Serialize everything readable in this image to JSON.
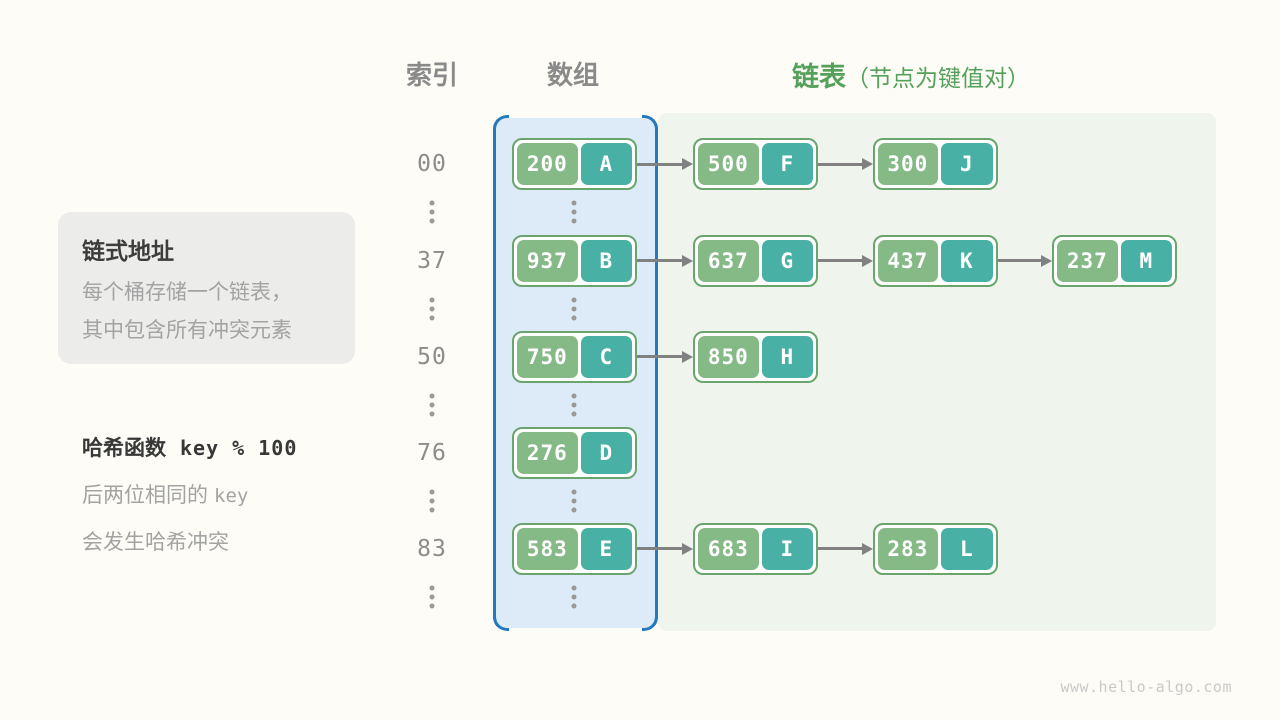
{
  "header": {
    "index_label": "索引",
    "array_label": "数组",
    "list_label": "链表",
    "list_note": "（节点为键值对）"
  },
  "info_box": {
    "title": "链式地址",
    "line1": "每个桶存储一个链表，",
    "line2": "其中包含所有冲突元素"
  },
  "hash_note": {
    "title_cjk": "哈希函数",
    "title_code": "key % 100",
    "line1_cjk": "后两位相同的",
    "line1_code": "key",
    "line2": "会发生哈希冲突"
  },
  "footer": "www.hello-algo.com",
  "diagram": {
    "type": "hash-table-separate-chaining",
    "rows": [
      {
        "index": "00",
        "nodes": [
          {
            "key": "200",
            "value": "A"
          },
          {
            "key": "500",
            "value": "F"
          },
          {
            "key": "300",
            "value": "J"
          }
        ]
      },
      {
        "index": "37",
        "nodes": [
          {
            "key": "937",
            "value": "B"
          },
          {
            "key": "637",
            "value": "G"
          },
          {
            "key": "437",
            "value": "K"
          },
          {
            "key": "237",
            "value": "M"
          }
        ]
      },
      {
        "index": "50",
        "nodes": [
          {
            "key": "750",
            "value": "C"
          },
          {
            "key": "850",
            "value": "H"
          }
        ]
      },
      {
        "index": "76",
        "nodes": [
          {
            "key": "276",
            "value": "D"
          }
        ]
      },
      {
        "index": "83",
        "nodes": [
          {
            "key": "583",
            "value": "E"
          },
          {
            "key": "683",
            "value": "I"
          },
          {
            "key": "283",
            "value": "L"
          }
        ]
      }
    ],
    "ellipsis_between_rows": true
  },
  "colors": {
    "accent_blue": "#2579bd",
    "array_fill": "#dcebf7",
    "list_panel_green": "#eff5ec",
    "node_border_green": "#69a56c",
    "key_green": "#85b985",
    "value_teal": "#49b0a5",
    "arrow_gray": "#818181",
    "header_gray": "#8a8a8a",
    "header_green": "#55a05a",
    "background": "#fdfcf6"
  }
}
